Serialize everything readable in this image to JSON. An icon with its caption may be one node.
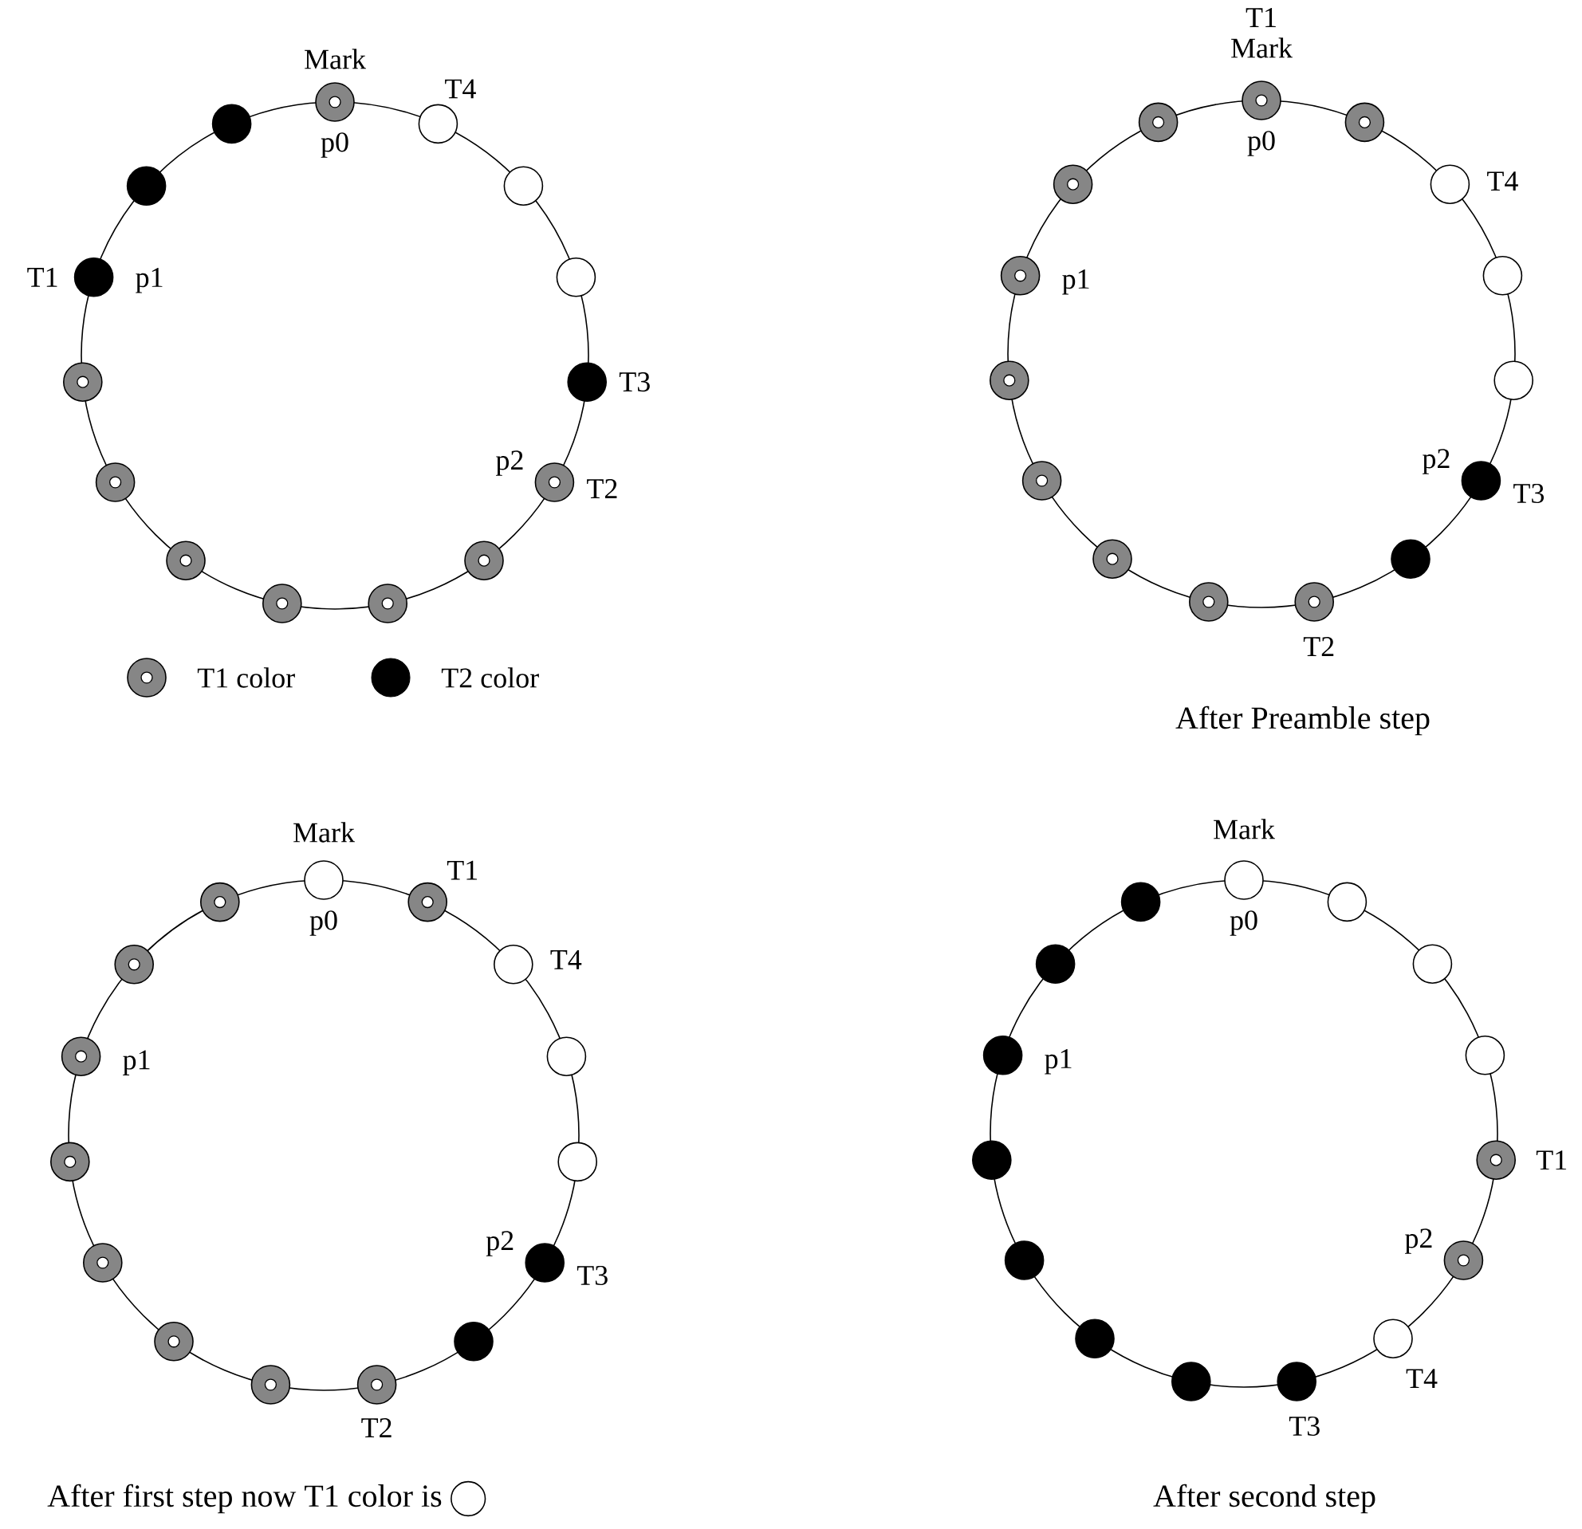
{
  "diagram": {
    "nodes": [
      {
        "text": [],
        "shape": "circle",
        "beside": [
          "Mark",
          "p0"
        ]
      },
      {
        "text": [],
        "shape": "circle",
        "beside": [
          "T4"
        ]
      },
      {
        "text": [],
        "shape": "circle"
      },
      {
        "text": [],
        "shape": "circle"
      },
      {
        "text": [],
        "shape": "circle",
        "beside": [
          "T3"
        ]
      },
      {
        "text": [],
        "shape": "circle",
        "beside": [
          "p2",
          "T2"
        ]
      },
      {
        "text": [],
        "shape": "circle"
      },
      {
        "text": [],
        "shape": "circle"
      },
      {
        "text": [],
        "shape": "circle"
      },
      {
        "text": [],
        "shape": "circle"
      },
      {
        "text": [],
        "shape": "circle"
      },
      {
        "text": [],
        "shape": "circle"
      },
      {
        "text": [],
        "shape": "circle",
        "beside": [
          "T1",
          "p1"
        ]
      },
      {
        "text": [],
        "shape": "circle"
      },
      {
        "text": [],
        "shape": "circle"
      },
      {
        "text": [],
        "shape": "circle",
        "beside": [
          "T1",
          "Mark",
          "p0"
        ]
      },
      {
        "text": [],
        "shape": "circle"
      },
      {
        "text": [],
        "shape": "circle",
        "beside": [
          "T4"
        ]
      },
      {
        "text": [],
        "shape": "circle"
      },
      {
        "text": [],
        "shape": "circle"
      },
      {
        "text": [],
        "shape": "circle",
        "beside": [
          "p2",
          "T3"
        ]
      },
      {
        "text": [],
        "shape": "circle"
      },
      {
        "text": [],
        "shape": "circle",
        "beside": [
          "T2"
        ]
      },
      {
        "text": [],
        "shape": "circle"
      },
      {
        "text": [],
        "shape": "circle"
      },
      {
        "text": [],
        "shape": "circle"
      },
      {
        "text": [],
        "shape": "circle"
      },
      {
        "text": [],
        "shape": "circle",
        "beside": [
          "p1"
        ]
      },
      {
        "text": [],
        "shape": "circle"
      },
      {
        "text": [],
        "shape": "circle"
      },
      {
        "text": [],
        "shape": "circle",
        "beside": [
          "Mark",
          "p0"
        ]
      },
      {
        "text": [],
        "shape": "circle",
        "beside": [
          "T1"
        ]
      },
      {
        "text": [],
        "shape": "circle",
        "beside": [
          "T4"
        ]
      },
      {
        "text": [],
        "shape": "circle"
      },
      {
        "text": [],
        "shape": "circle"
      },
      {
        "text": [],
        "shape": "circle",
        "beside": [
          "p2",
          "T3"
        ]
      },
      {
        "text": [],
        "shape": "circle"
      },
      {
        "text": [],
        "shape": "circle",
        "beside": [
          "T2"
        ]
      },
      {
        "text": [],
        "shape": "circle"
      },
      {
        "text": [],
        "shape": "circle"
      },
      {
        "text": [],
        "shape": "circle"
      },
      {
        "text": [],
        "shape": "circle"
      },
      {
        "text": [],
        "shape": "circle",
        "beside": [
          "p1"
        ]
      },
      {
        "text": [],
        "shape": "circle"
      },
      {
        "text": [],
        "shape": "circle"
      },
      {
        "text": [],
        "shape": "circle",
        "beside": [
          "Mark",
          "p0"
        ]
      },
      {
        "text": [],
        "shape": "circle"
      },
      {
        "text": [],
        "shape": "circle"
      },
      {
        "text": [],
        "shape": "circle"
      },
      {
        "text": [],
        "shape": "circle",
        "beside": [
          "T1"
        ]
      },
      {
        "text": [],
        "shape": "circle",
        "beside": [
          "p2"
        ]
      },
      {
        "text": [],
        "shape": "circle",
        "beside": [
          "T4"
        ]
      },
      {
        "text": [],
        "shape": "circle",
        "beside": [
          "T3"
        ]
      },
      {
        "text": [],
        "shape": "circle"
      },
      {
        "text": [],
        "shape": "circle"
      },
      {
        "text": [],
        "shape": "circle"
      },
      {
        "text": [],
        "shape": "circle"
      },
      {
        "text": [],
        "shape": "circle",
        "beside": [
          "p1"
        ]
      },
      {
        "text": [],
        "shape": "circle"
      },
      {
        "text": [],
        "shape": "circle"
      }
    ],
    "labels": [
      "After Preamble step",
      "After first step now T1 color is",
      "After second step"
    ],
    "legend": [
      {
        "text": "T1 color"
      },
      {
        "text": "T2 color",
        "color": "#000000"
      }
    ]
  }
}
